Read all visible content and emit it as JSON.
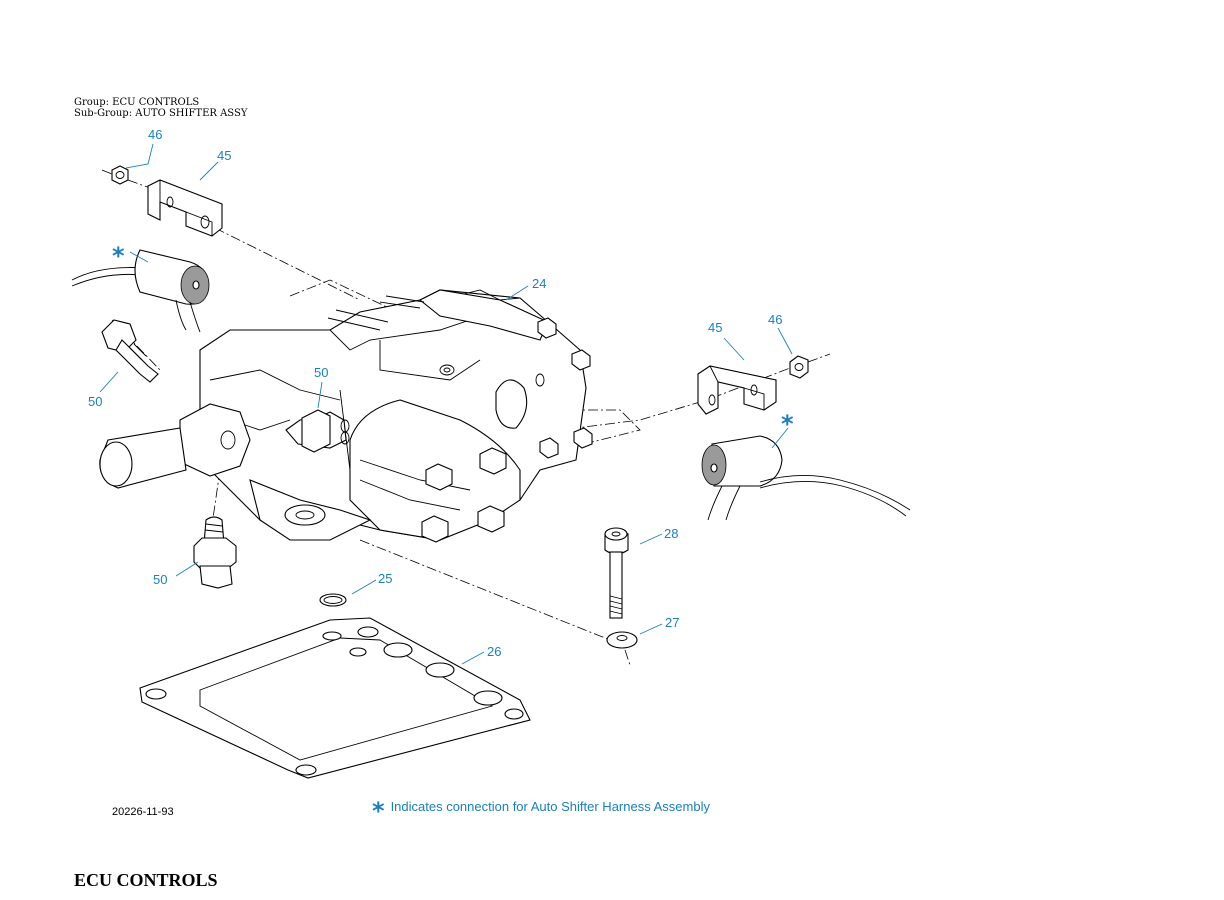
{
  "header": {
    "group_line": "Group: ECU CONTROLS",
    "subgroup_line": "Sub-Group: AUTO SHIFTER ASSY"
  },
  "callouts": {
    "c46_top": "46",
    "c45_top": "45",
    "c24": "24",
    "c45_right": "45",
    "c46_right": "46",
    "c50_left": "50",
    "c50_center": "50",
    "c50_bottom": "50",
    "c28": "28",
    "c25": "25",
    "c27": "27",
    "c26": "26",
    "star_left": "*",
    "star_right": "*"
  },
  "figure_number": "20226-11-93",
  "note": {
    "marker": "*",
    "text": "Indicates connection for  Auto Shifter Harness Assembly"
  },
  "footer_title": "ECU CONTROLS",
  "colors": {
    "callout": "#1a7fc1",
    "line": "#000000"
  }
}
